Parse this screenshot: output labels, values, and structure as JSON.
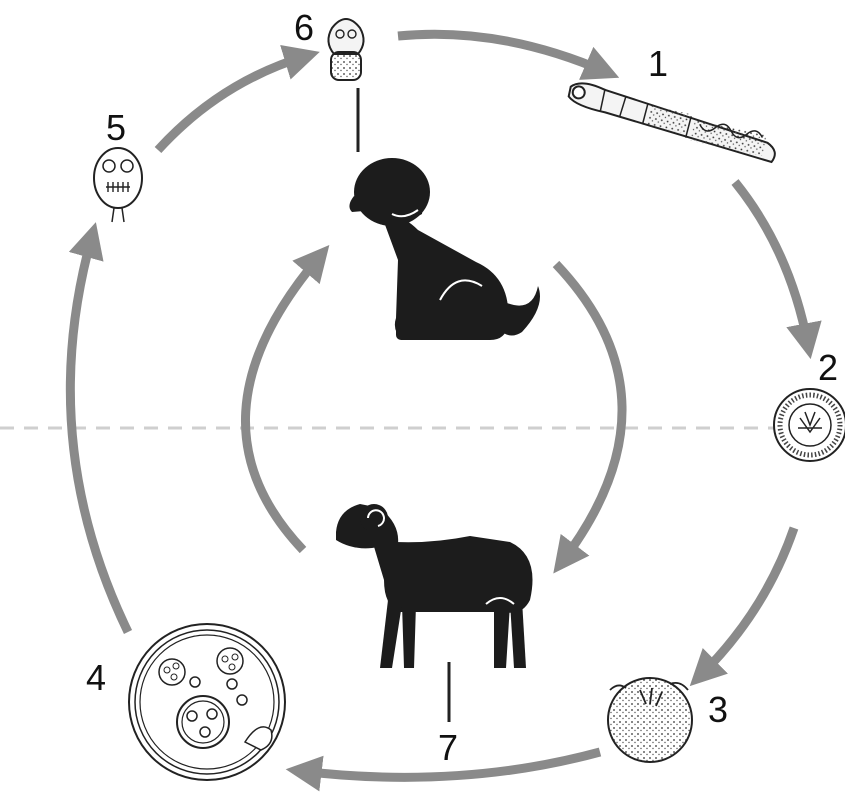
{
  "stages": [
    {
      "number": "1",
      "icon": "adult-tapeworm"
    },
    {
      "number": "2",
      "icon": "egg"
    },
    {
      "number": "3",
      "icon": "oncosphere"
    },
    {
      "number": "4",
      "icon": "hydatid-cyst"
    },
    {
      "number": "5",
      "icon": "protoscolex"
    },
    {
      "number": "6",
      "icon": "scolex-attached"
    },
    {
      "number": "7",
      "icon": "intermediate-host-marker"
    }
  ],
  "hosts": [
    {
      "icon": "dog-silhouette-icon"
    },
    {
      "icon": "sheep-silhouette-icon"
    }
  ],
  "colors": {
    "arrow": "#8a8a8a",
    "silhouette": "#1c1c1c",
    "divider": "#cfcfcf",
    "ink": "#222222"
  }
}
